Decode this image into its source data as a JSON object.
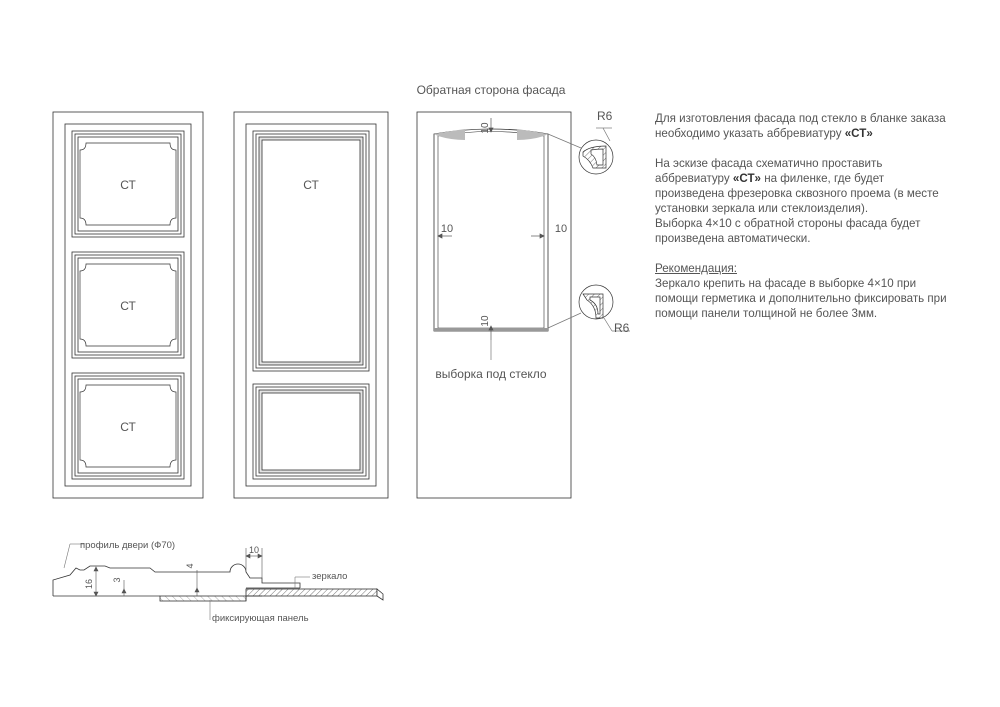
{
  "title": "Обратная сторона фасада",
  "panel_labels": [
    "СТ",
    "СТ",
    "СТ",
    "СТ"
  ],
  "dimensions": {
    "top": "10",
    "left": "10",
    "right": "10",
    "bottom": "10",
    "radius_top": "R6",
    "radius_bottom": "R6",
    "profile_height": "16",
    "profile_step": "3",
    "profile_depth": "4",
    "profile_width": "10"
  },
  "callouts": {
    "glass_recess": "выборка под стекло",
    "door_profile": "профиль двери (Ф70)",
    "mirror": "зеркало",
    "fixing_panel": "фиксирующая панель"
  },
  "notes": {
    "p1_text": "Для изготовления фасада под стекло в бланке заказа необходимо указать аббревиатуру ",
    "p1_bold": "«СТ»",
    "p2_a": "На эскизе фасада схематично проставить аббревиатуру ",
    "p2_bold": "«СТ»",
    "p2_b": " на филенке, где будет произведена фрезеровка сквозного проема (в месте установки зеркала или стеклоизделия).",
    "p2_c": "Выборка 4×10 с обратной стороны фасада будет произведена автоматически.",
    "rec_title": "Рекомендация:",
    "rec_text": "Зеркало крепить на фасаде в выборке 4×10 при помощи герметика и дополнительно фиксировать при помощи панели толщиной не более 3мм."
  }
}
